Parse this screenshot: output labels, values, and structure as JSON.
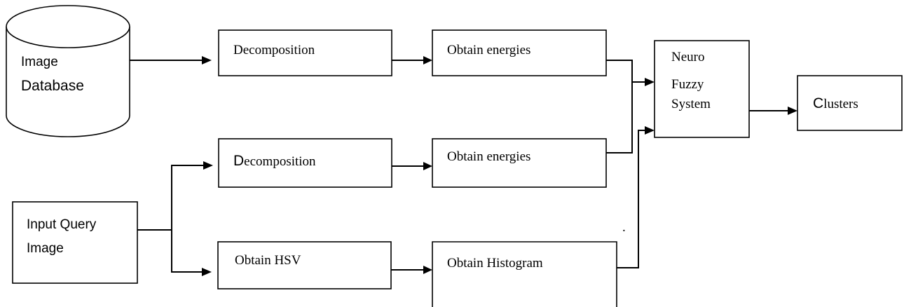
{
  "nodes": {
    "image_database": {
      "line1": "Image",
      "line2": "Database"
    },
    "decomposition_1": {
      "label": "Decomposition"
    },
    "obtain_energies_1": {
      "label": "Obtain energies"
    },
    "neuro_fuzzy": {
      "line1": "Neuro",
      "line2": "Fuzzy",
      "line3": "System"
    },
    "clusters": {
      "first": "C",
      "rest": "lusters"
    },
    "decomposition_2": {
      "first": "D",
      "rest": "ecomposition"
    },
    "obtain_energies_2": {
      "label": "Obtain energies"
    },
    "input_query": {
      "line1": "Input Query",
      "line2": "Image"
    },
    "obtain_hsv": {
      "label": "Obtain HSV"
    },
    "obtain_histogram": {
      "label": "Obtain Histogram"
    },
    "stray_dot": "."
  },
  "edges": [
    {
      "from": "image_database",
      "to": "decomposition_1"
    },
    {
      "from": "decomposition_1",
      "to": "obtain_energies_1"
    },
    {
      "from": "obtain_energies_1",
      "to": "neuro_fuzzy"
    },
    {
      "from": "obtain_energies_2",
      "to": "neuro_fuzzy"
    },
    {
      "from": "obtain_histogram",
      "to": "neuro_fuzzy"
    },
    {
      "from": "neuro_fuzzy",
      "to": "clusters"
    },
    {
      "from": "input_query",
      "to": "decomposition_2"
    },
    {
      "from": "input_query",
      "to": "obtain_hsv"
    },
    {
      "from": "decomposition_2",
      "to": "obtain_energies_2"
    },
    {
      "from": "obtain_hsv",
      "to": "obtain_histogram"
    }
  ]
}
